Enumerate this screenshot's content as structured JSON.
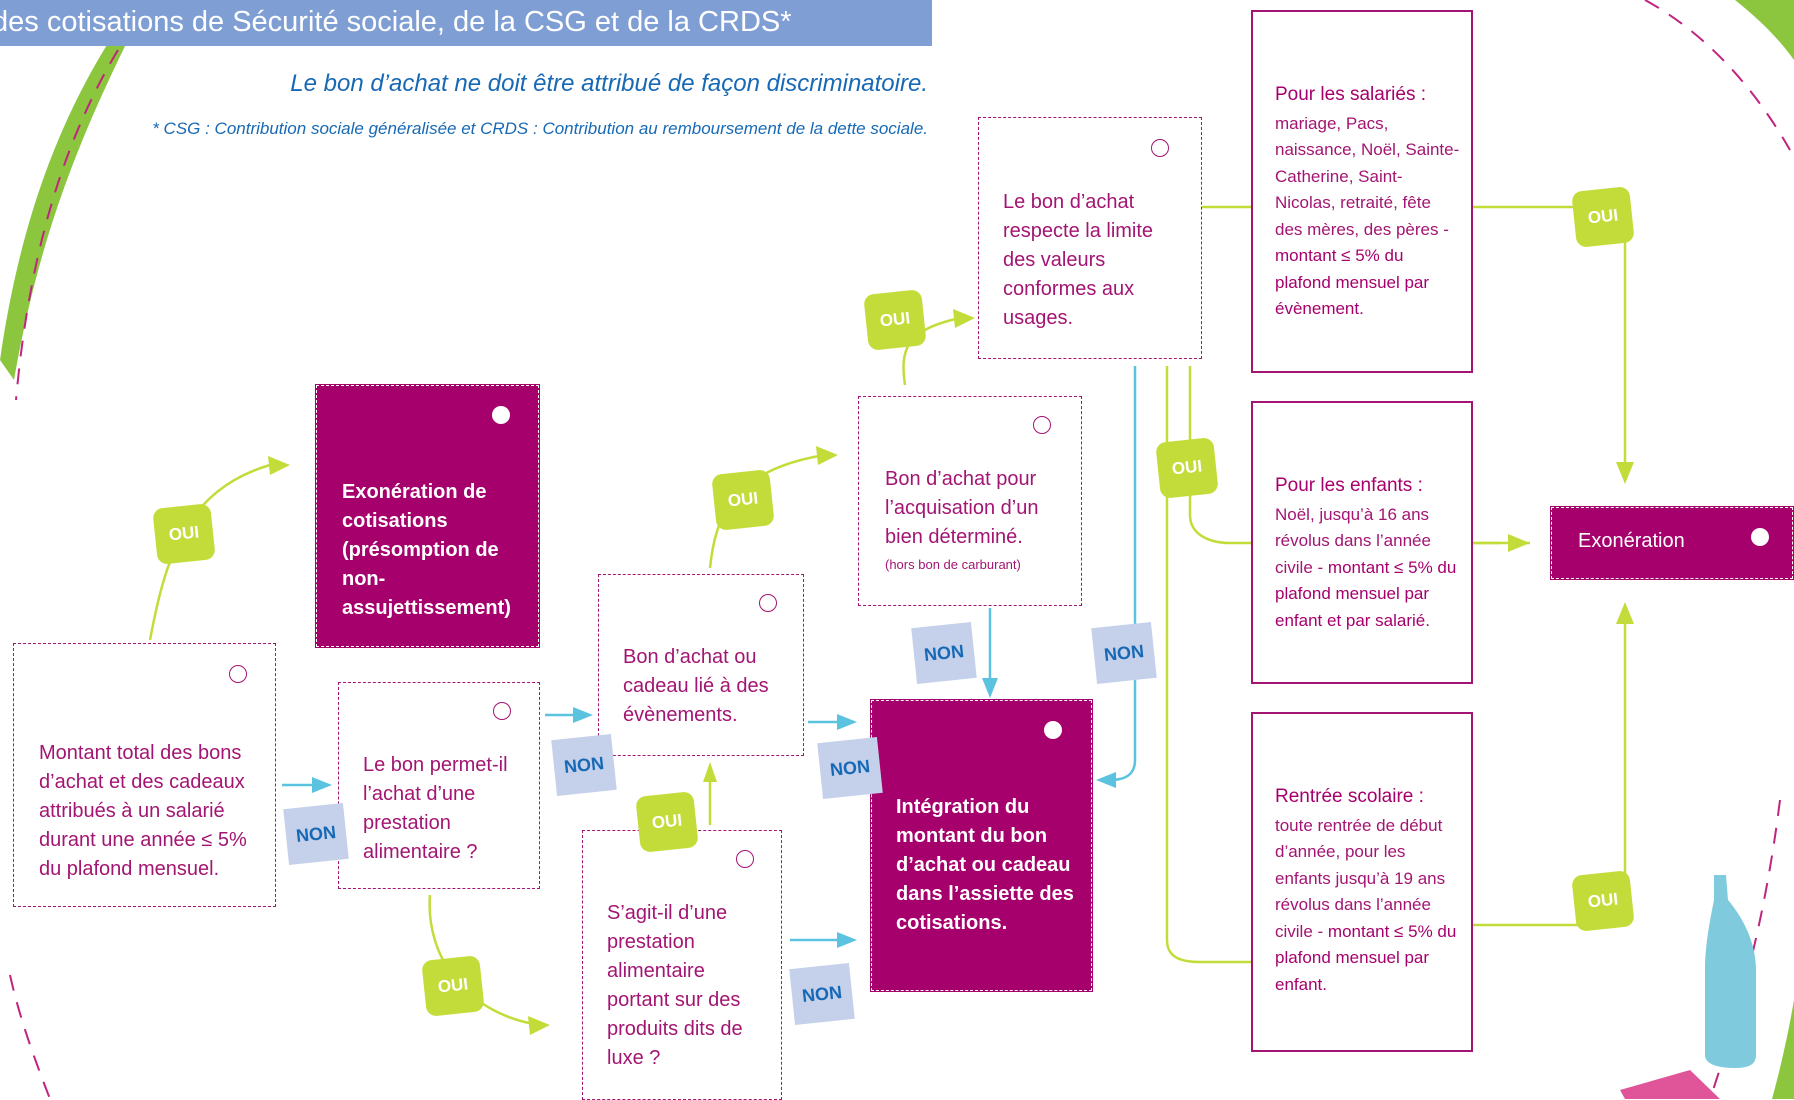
{
  "header": {
    "banner": "des cotisations de Sécurité sociale, de la CSG et de la CRDS*",
    "note_main": "Le bon d’achat ne doit être attribué de façon discriminatoire.",
    "note_footnote": "* CSG : Contribution sociale généralisée et CRDS : Contribution au remboursement de la dette sociale."
  },
  "nodes": {
    "montant_total": "Montant total des bons d’achat et des cadeaux attribués à un salarié durant une année ≤ 5% du plafond mensuel.",
    "exoneration_presomption": "Exonération de cotisations (présomption de non-assujettissement)",
    "prestation_alimentaire": "Le bon permet-il l’achat d’une prestation alimentaire ?",
    "evenements": "Bon d’achat ou cadeau lié à des évènements.",
    "produits_luxe": "S’agit-il d’une prestation alimentaire portant sur des produits dits de luxe ?",
    "bien_determine": "Bon d’achat pour l’acquisation d’un bien déterminé.",
    "bien_determine_note": "(hors bon de carburant)",
    "limite_usages": "Le bon d’achat respecte la limite des valeurs conformes aux usages.",
    "integration": "Intégration du montant du bon d’achat ou cadeau dans l’assiette des cotisations.",
    "exoneration_finale": "Exonération"
  },
  "conditions": {
    "salaries": {
      "title": "Pour les salariés :",
      "text": "mariage, Pacs, naissance, Noël, Sainte-Catherine, Saint-Nicolas, retraité, fête des mères, des pères -",
      "highlight": "montant ≤ 5% du plafond mensuel par évènement."
    },
    "enfants": {
      "title": "Pour les enfants :",
      "text": "Noël, jusqu’à 16 ans révolus dans l’année civile -",
      "highlight": "montant ≤ 5% du plafond mensuel par enfant et par salarié."
    },
    "rentree": {
      "title": "Rentrée scolaire :",
      "text": "toute rentrée de début d’année, pour les enfants jusqu’à 19 ans révolus dans l’année civile -",
      "highlight": "montant ≤ 5% du plafond mensuel par enfant."
    }
  },
  "labels": {
    "oui": "OUI",
    "non": "NON"
  },
  "colors": {
    "magenta": "#a6006d",
    "green": "#c4dc3a",
    "blue": "#5bc3e0",
    "navy": "#1769b5",
    "banner": "#7f9fd4"
  }
}
